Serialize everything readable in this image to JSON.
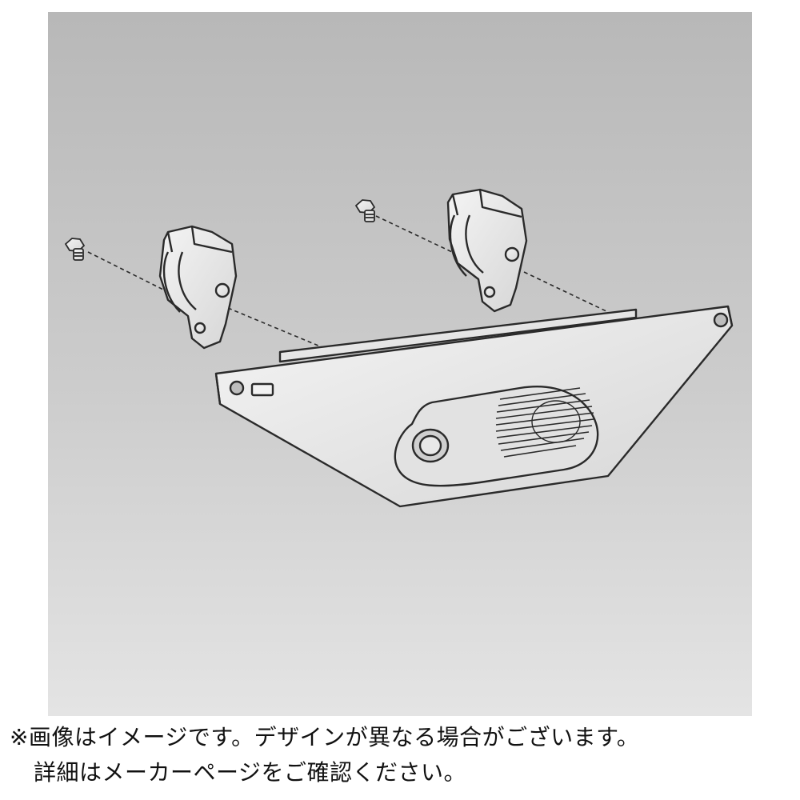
{
  "colors": {
    "background": "#ffffff",
    "panel_top": "#b8b8b8",
    "panel_bottom": "#e4e4e4",
    "line": "#2a2a2a",
    "part_fill": "#e9e9e9",
    "caption_text": "#111111"
  },
  "illustration": {
    "parts": [
      "bolt-nut-left",
      "clamp-left",
      "bolt-nut-right",
      "clamp-right",
      "mounting-plate",
      "speaker-grille"
    ]
  },
  "caption": {
    "line1": "※画像はイメージです。デザインが異なる場合がございます。",
    "line2": "詳細はメーカーページをご確認ください。"
  }
}
